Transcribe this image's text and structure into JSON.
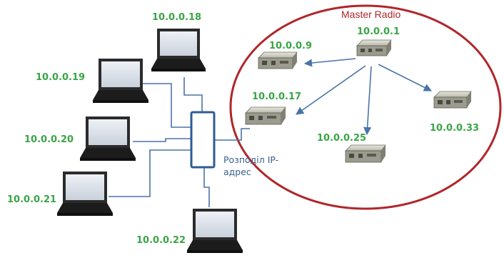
{
  "diagram": {
    "master_title": "Master Radio",
    "switch_label_line1": "Розподіл IP-",
    "switch_label_line2": "адрес",
    "laptops": [
      {
        "ip": "10.0.0.18"
      },
      {
        "ip": "10.0.0.19"
      },
      {
        "ip": "10.0.0.20"
      },
      {
        "ip": "10.0.0.21"
      },
      {
        "ip": "10.0.0.22"
      }
    ],
    "radios": [
      {
        "ip": "10.0.0.1",
        "role": "master"
      },
      {
        "ip": "10.0.0.9"
      },
      {
        "ip": "10.0.0.17"
      },
      {
        "ip": "10.0.0.25"
      },
      {
        "ip": "10.0.0.33"
      }
    ]
  },
  "colors": {
    "ip_label": "#3aa546",
    "ellipse": "#b0262b",
    "links": "#4a74a8",
    "switch_border": "#2f5b94"
  }
}
